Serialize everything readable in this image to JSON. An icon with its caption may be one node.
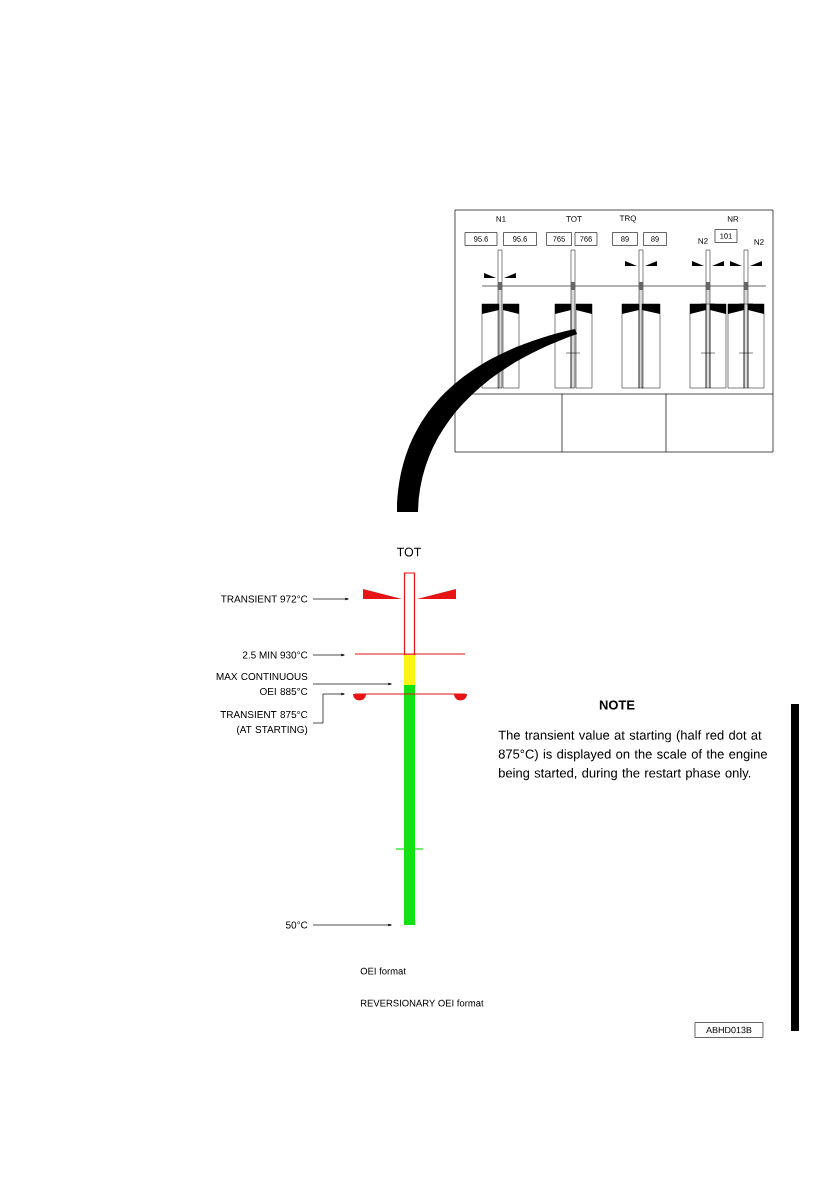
{
  "diagram": {
    "nodes": [
      {
        "text": [
          "95.6"
        ]
      },
      {
        "text": [
          "95.6"
        ]
      },
      {
        "text": [
          "765"
        ]
      },
      {
        "text": [
          "766"
        ]
      },
      {
        "text": [
          "89"
        ]
      },
      {
        "text": [
          "89"
        ]
      },
      {
        "text": [
          "101"
        ]
      },
      {
        "text": [
          "TRANSIENT 972°C"
        ]
      },
      {
        "text": [
          "2.5 MIN 930°C"
        ]
      },
      {
        "text": [
          "MAX CONTINUOUS OEI 885°C"
        ]
      },
      {
        "text": [
          "TRANSIENT 875°C (AT STARTING)"
        ]
      },
      {
        "text": [
          "50°C"
        ]
      },
      {
        "text": [
          "ABHD013B"
        ]
      },
      {
        "text": [],
        "shape": "triangle"
      },
      {
        "text": [],
        "shape": "line"
      },
      {
        "text": [],
        "shape": "bar"
      },
      {
        "text": [],
        "shape": "line"
      }
    ],
    "edges": [
      {
        "from": 7,
        "to": 13,
        "arrow": "to"
      },
      {
        "from": 8,
        "to": 14,
        "arrow": "to"
      },
      {
        "from": 9,
        "to": 15,
        "arrow": "to"
      },
      {
        "from": 10,
        "to": 16,
        "arrow": "to"
      },
      {
        "from": 11,
        "to": 15,
        "arrow": "to"
      }
    ],
    "labels": [
      "N1",
      "TOT",
      "TRQ",
      "NR",
      "N2",
      "N2",
      "TOT",
      "NOTE",
      "The transient value at starting (half red dot at 875°C) is displayed on the scale of the engine being started, during the restart phase only.",
      "OEI format",
      "REVERSIONARY OEI format"
    ]
  }
}
